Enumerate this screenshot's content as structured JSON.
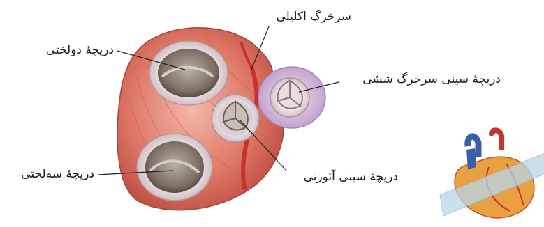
{
  "labels": {
    "mitral": "دریچهٔ دولختی",
    "coronary": "سرخرگ اکلیلی",
    "pulmonary": "دریچهٔ سینی سرخرگ ششی",
    "tricuspid": "دریچهٔ سه‌لختی",
    "aortic": "دریچهٔ سینی آئورتی"
  },
  "colors": {
    "heart_muscle": "#e07a68",
    "heart_shadow": "#b8463c",
    "valve_ring": "#d9c9cf",
    "valve_inner": "#7d7066",
    "pulmonary_tissue": "#c9aed6",
    "vessel_red": "#c8322c",
    "leader_line": "#222222"
  },
  "icons": [
    "heart-cross-section-illustration",
    "whole-heart-inset-icon"
  ]
}
